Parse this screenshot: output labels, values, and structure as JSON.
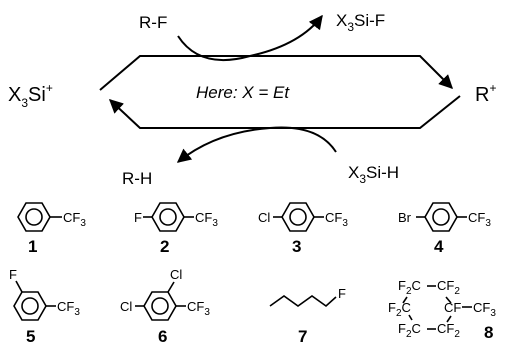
{
  "cycle": {
    "left_species": {
      "base": "X",
      "sub": "3",
      "mid": "Si",
      "sup": "+"
    },
    "right_species": {
      "base": "R",
      "sup": "+"
    },
    "top_in": "R-F",
    "top_out": {
      "base": "X",
      "sub": "3",
      "rest": "Si-F"
    },
    "bottom_in": {
      "base": "X",
      "sub": "3",
      "rest": "Si-H"
    },
    "bottom_out": "R-H",
    "note": "Here: X = Et"
  },
  "compounds": [
    {
      "number": "1",
      "substituents": [
        "CF3"
      ]
    },
    {
      "number": "2",
      "substituents": [
        "F",
        "CF3"
      ]
    },
    {
      "number": "3",
      "substituents": [
        "Cl",
        "CF3"
      ]
    },
    {
      "number": "4",
      "substituents": [
        "Br",
        "CF3"
      ]
    },
    {
      "number": "5",
      "substituents": [
        "F",
        "CF3"
      ]
    },
    {
      "number": "6",
      "substituents": [
        "Cl",
        "Cl",
        "CF3"
      ]
    },
    {
      "number": "7",
      "substituents": [
        "F"
      ]
    },
    {
      "number": "8",
      "substituents": [
        "F2C",
        "CF2",
        "F2C",
        "CF",
        "CF3",
        "F2C",
        "CF2"
      ]
    }
  ],
  "labels": {
    "cf3": "CF",
    "three": "3",
    "f": "F",
    "cl": "Cl",
    "br": "Br",
    "cf2": "CF",
    "f2c_f": "F",
    "f2c_c": "C",
    "two": "2",
    "cf": "CF"
  }
}
